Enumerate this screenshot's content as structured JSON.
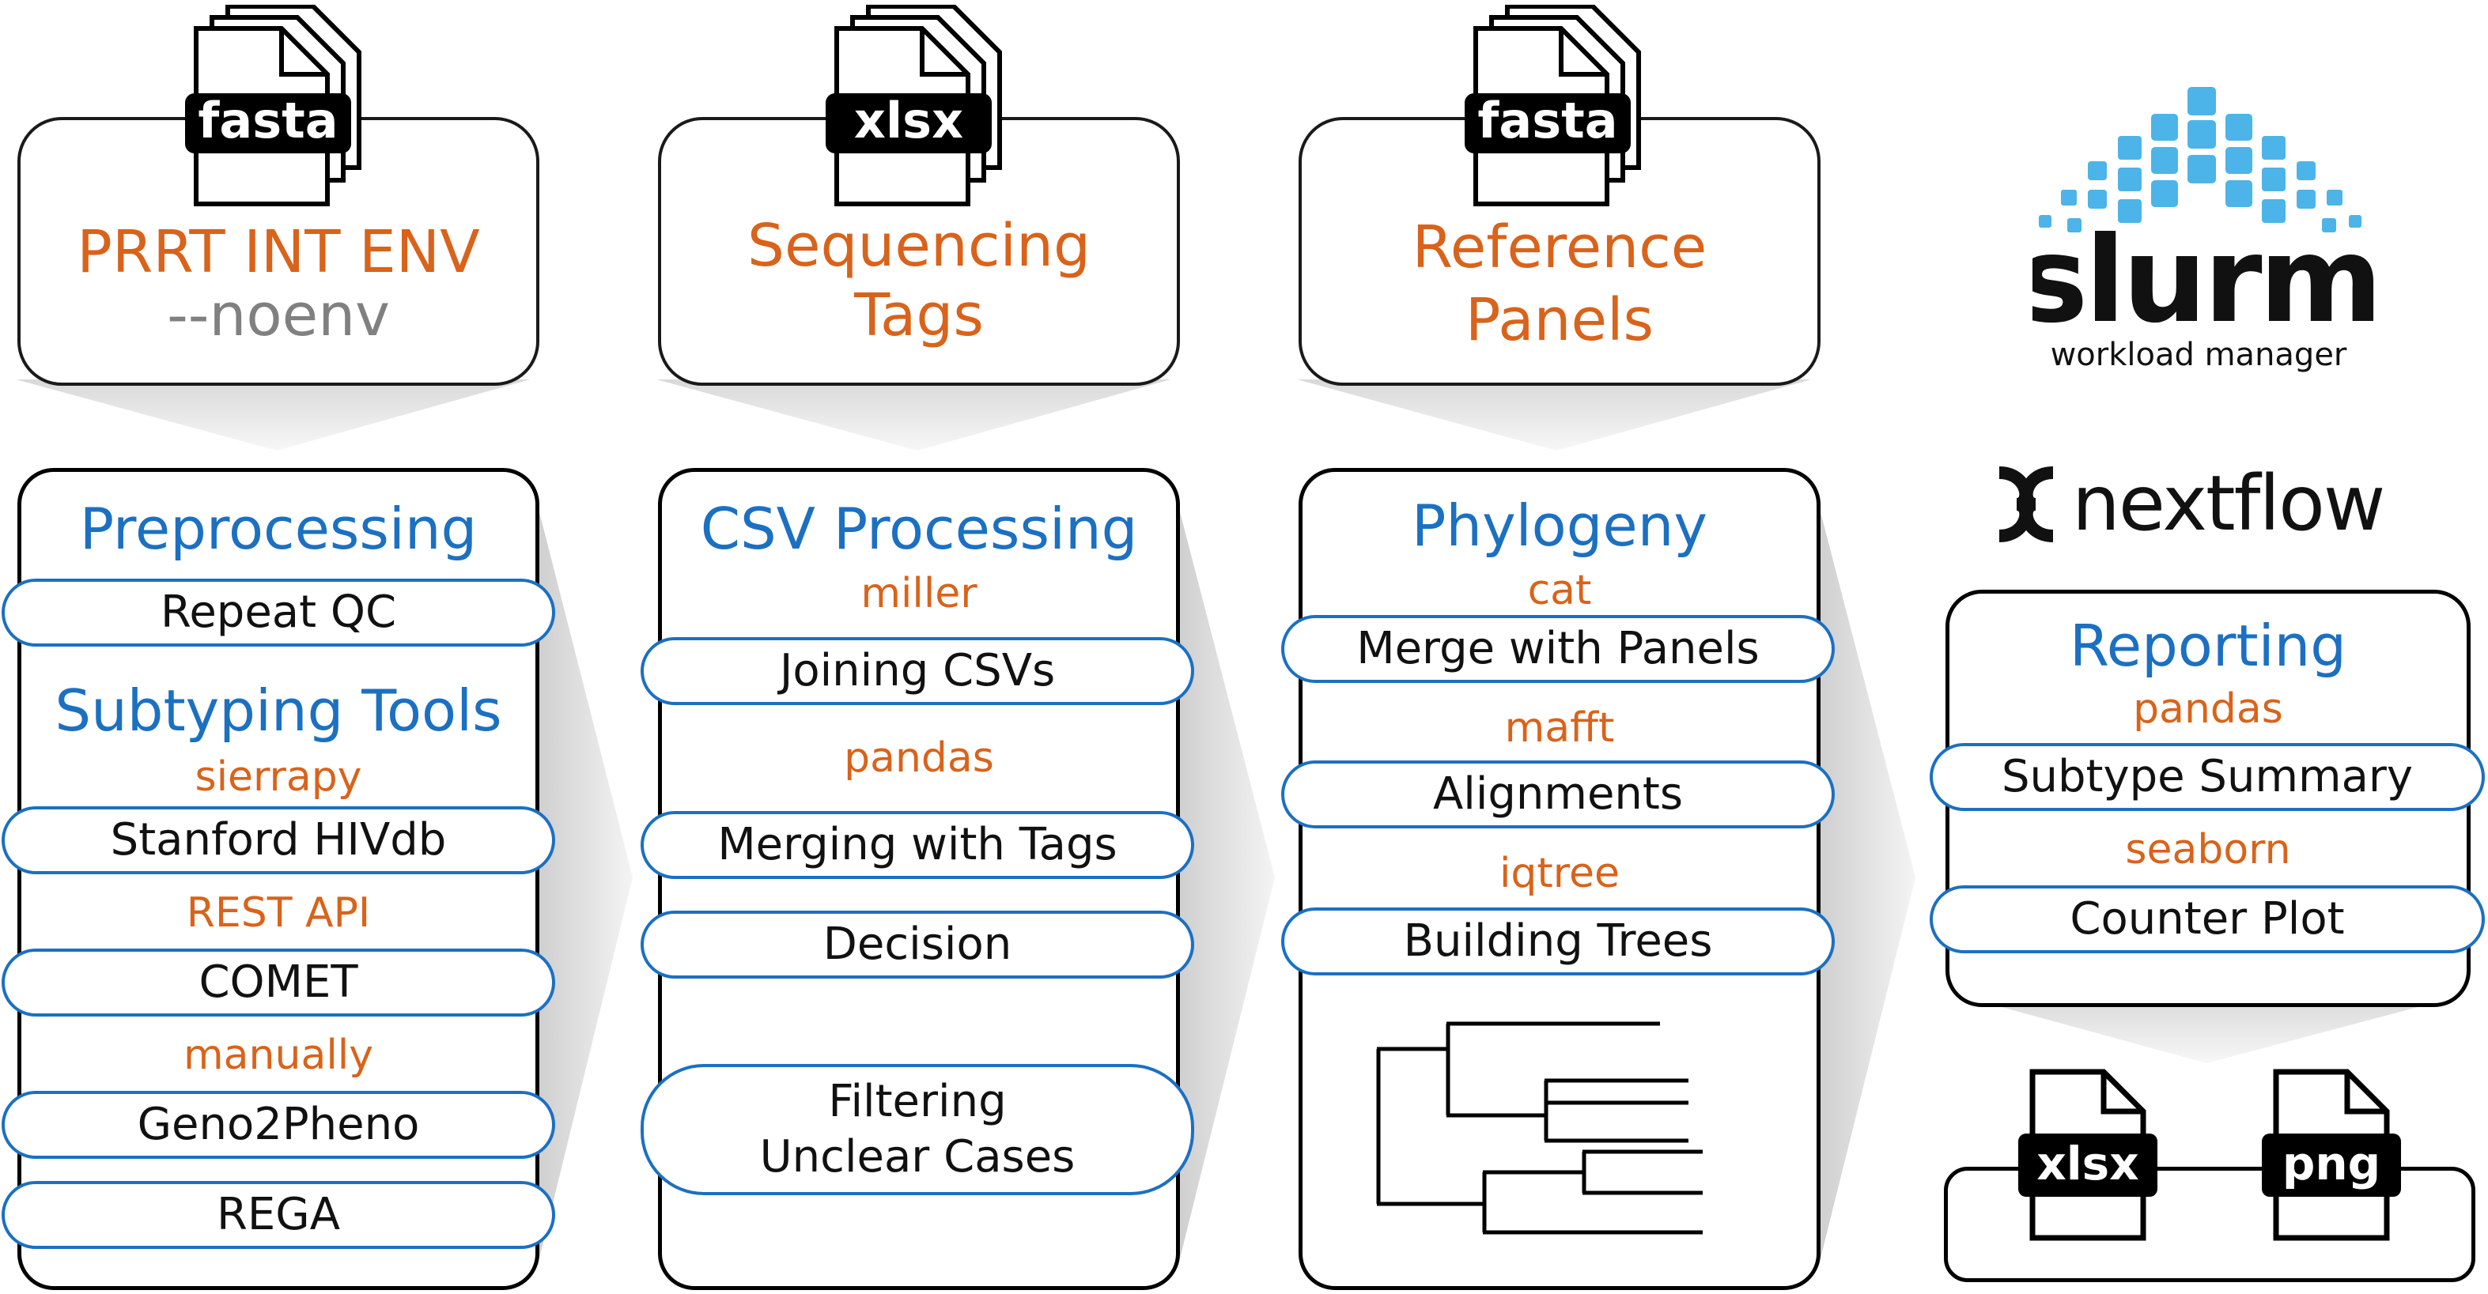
{
  "inputs": [
    {
      "file_type": "fasta",
      "line1": "PRRT INT ENV",
      "line2": "--noenv"
    },
    {
      "file_type": "xlsx",
      "line1": "Sequencing",
      "line2": "Tags"
    },
    {
      "file_type": "fasta",
      "line1": "Reference",
      "line2": "Panels"
    }
  ],
  "preprocessing": {
    "title": "Preprocessing",
    "repeat_qc": "Repeat QC",
    "subtyping_title": "Subtyping Tools",
    "tool_sierrapy": "sierrapy",
    "stanford": "Stanford HIVdb",
    "tool_rest": "REST API",
    "comet": "COMET",
    "tool_manually": "manually",
    "geno2pheno": "Geno2Pheno",
    "rega": "REGA"
  },
  "csv": {
    "title": "CSV Processing",
    "tool_miller": "miller",
    "joining": "Joining CSVs",
    "tool_pandas": "pandas",
    "merging": "Merging with Tags",
    "decision": "Decision",
    "filtering_l1": "Filtering",
    "filtering_l2": "Unclear Cases"
  },
  "phylogeny": {
    "title": "Phylogeny",
    "tool_cat": "cat",
    "merge": "Merge with Panels",
    "tool_mafft": "mafft",
    "alignments": "Alignments",
    "tool_iqtree": "iqtree",
    "trees": "Building Trees"
  },
  "reporting": {
    "title": "Reporting",
    "tool_pandas": "pandas",
    "summary": "Subtype Summary",
    "tool_seaborn": "seaborn",
    "counter": "Counter Plot"
  },
  "outputs": {
    "file1": "xlsx",
    "file2": "png"
  },
  "logos": {
    "slurm_name": "slurm",
    "slurm_tagline": "workload manager",
    "nextflow_name": "nextflow"
  },
  "colors": {
    "title_blue": "#1b70c2",
    "tool_orange": "#d9631a",
    "muted_gray": "#808080",
    "logo_blue": "#4cb4e8"
  }
}
